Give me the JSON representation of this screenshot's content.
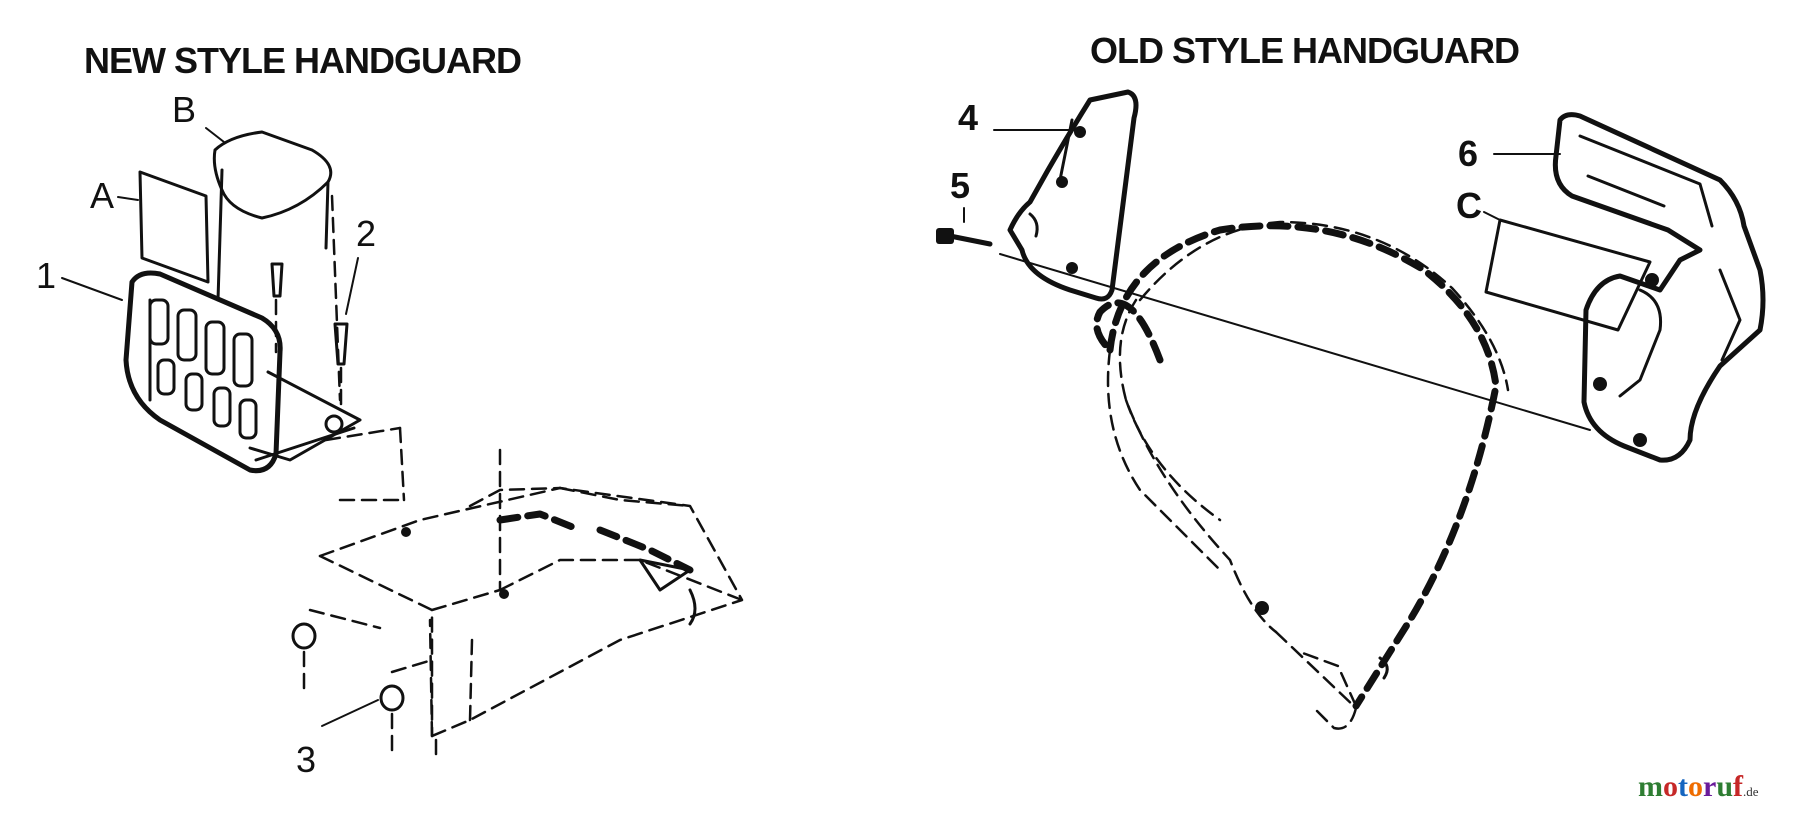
{
  "titles": {
    "new_style": "NEW STYLE HANDGUARD",
    "old_style": "OLD STYLE HANDGUARD"
  },
  "callouts": {
    "n1": "1",
    "n2": "2",
    "n3": "3",
    "n4": "4",
    "n5": "5",
    "n6": "6",
    "a": "A",
    "b": "B",
    "c": "C"
  },
  "watermark": {
    "main": "motoruf",
    "suffix": ".de",
    "colors": [
      "#2e7d32",
      "#c62828",
      "#1565c0",
      "#ef6c00",
      "#6a1b9a"
    ]
  },
  "colors": {
    "ink": "#111111",
    "background": "#ffffff"
  }
}
